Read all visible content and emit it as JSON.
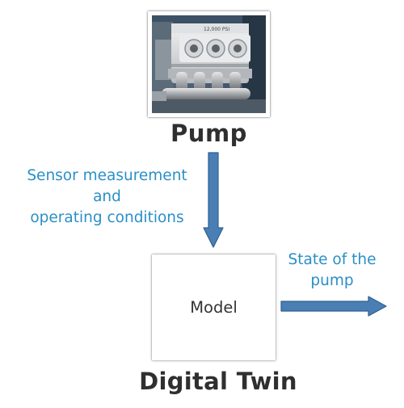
{
  "pump": {
    "title": "Pump",
    "photo_alt": "pump-photo",
    "plate_text": "12,000 PSI"
  },
  "sensor_annotation": {
    "lines": [
      "Sensor measurement",
      "and",
      "operating conditions"
    ]
  },
  "model": {
    "label": "Model"
  },
  "state_annotation": {
    "lines": [
      "State of the",
      "pump"
    ]
  },
  "digital_twin": {
    "title": "Digital Twin"
  },
  "colors": {
    "arrow_fill": "#4a7fb5",
    "arrow_stroke": "#2f5f8f",
    "annotation_text": "#2a8fc8",
    "heading_text": "#2f2f2f"
  }
}
